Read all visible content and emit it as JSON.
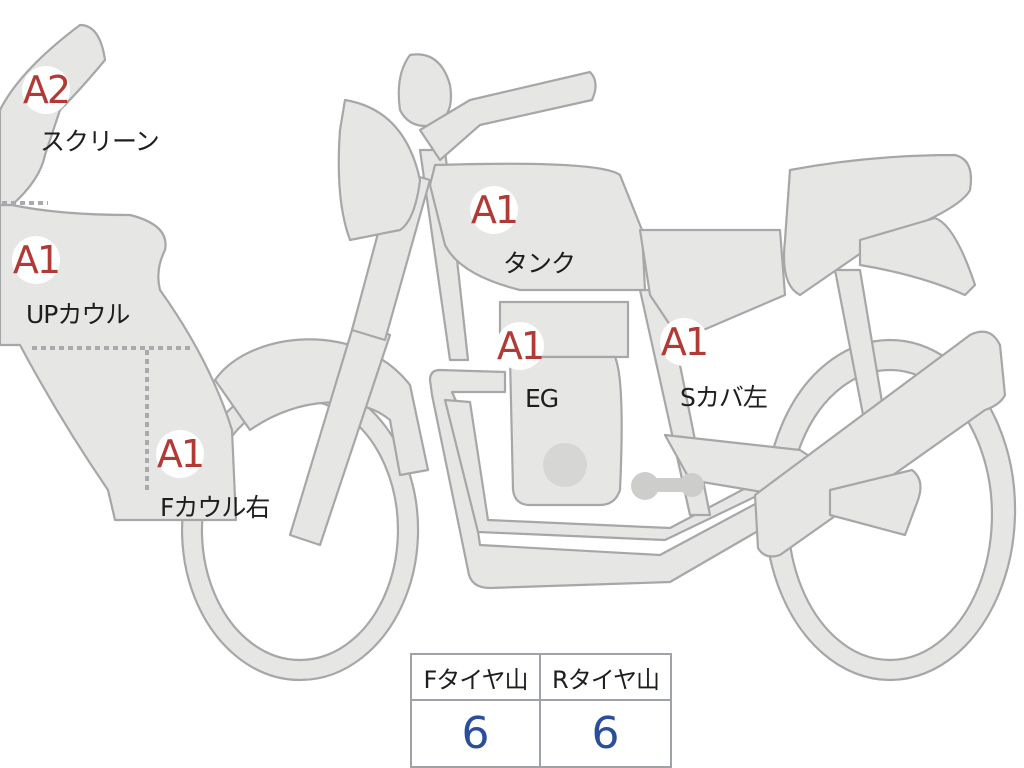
{
  "parts": [
    {
      "id": "screen",
      "grade": "A2",
      "label": "スクリーン"
    },
    {
      "id": "up_cowl",
      "grade": "A1",
      "label": "UPカウル"
    },
    {
      "id": "f_cowl_right",
      "grade": "A1",
      "label": "Fカウル右"
    },
    {
      "id": "tank",
      "grade": "A1",
      "label": "タンク"
    },
    {
      "id": "engine",
      "grade": "A1",
      "label": "EG"
    },
    {
      "id": "side_cover_left",
      "grade": "A1",
      "label": "Sカバ左"
    }
  ],
  "tire_table": {
    "headers": [
      "Fタイヤ山",
      "Rタイヤ山"
    ],
    "values": [
      "6",
      "6"
    ]
  },
  "colors": {
    "part_fill": "#e6e6e4",
    "part_stroke": "#a6a7a8",
    "grade_text": "#b13a36",
    "value_text": "#2a4e9b"
  }
}
